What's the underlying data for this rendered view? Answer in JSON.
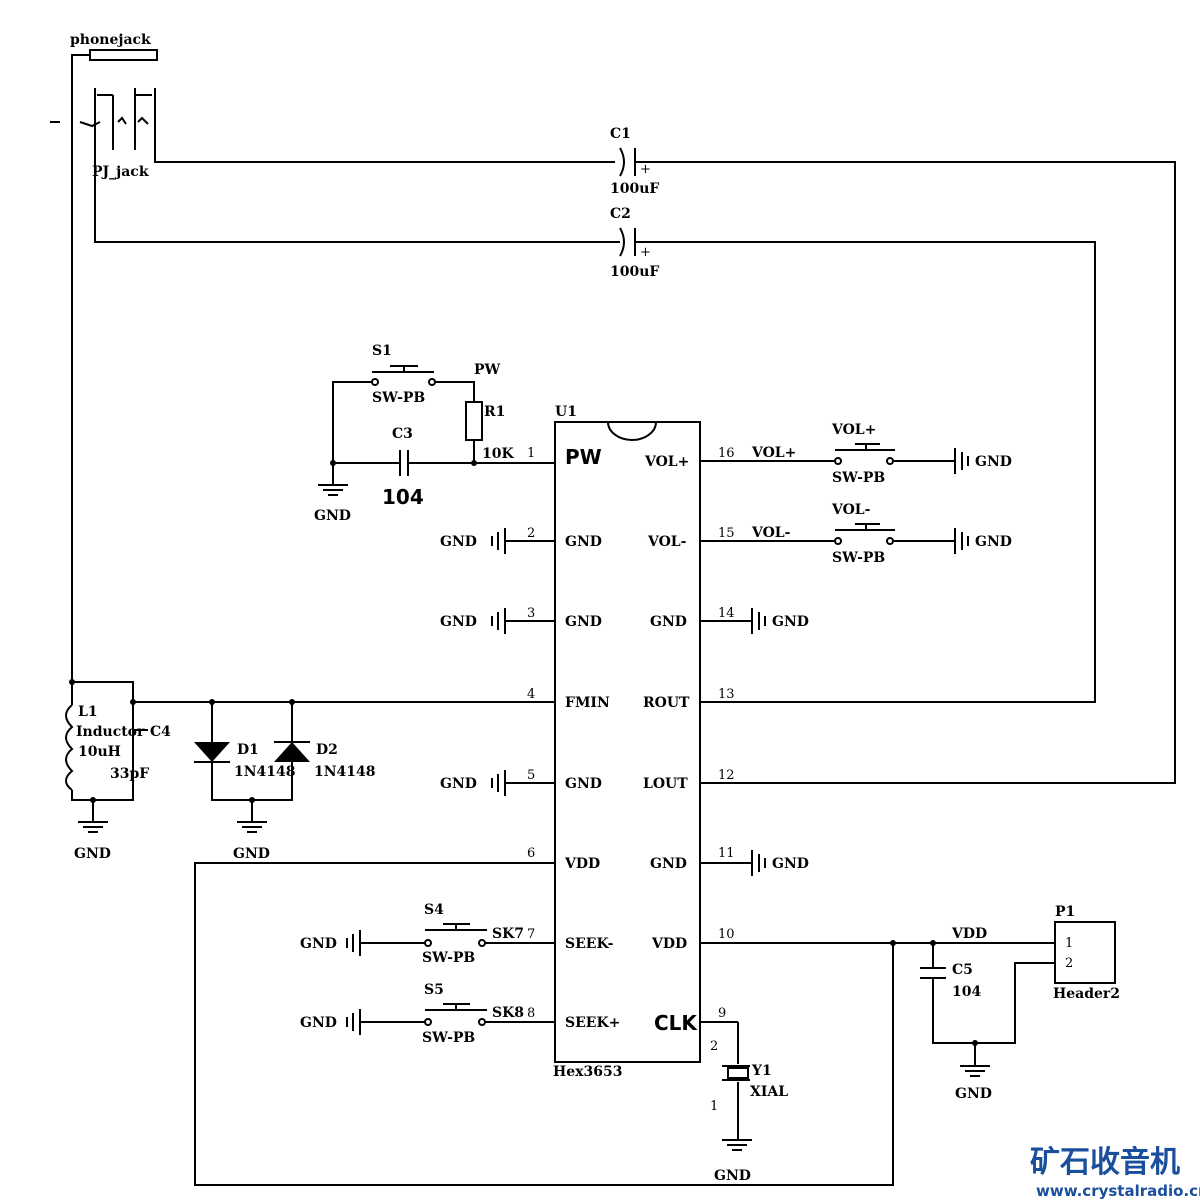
{
  "phonejack": {
    "ref": "phonejack",
    "part": "PJ_jack"
  },
  "c1": {
    "ref": "C1",
    "value": "100uF",
    "polarity": "+"
  },
  "c2": {
    "ref": "C2",
    "value": "100uF",
    "polarity": "+"
  },
  "s1": {
    "ref": "S1",
    "type": "SW-PB",
    "net": "PW"
  },
  "r1": {
    "ref": "R1",
    "value": "10K"
  },
  "c3": {
    "ref": "C3",
    "value": "104"
  },
  "u1": {
    "ref": "U1",
    "part": "Hex3653",
    "left_pins": [
      {
        "num": "1",
        "name": "PW"
      },
      {
        "num": "2",
        "name": "GND"
      },
      {
        "num": "3",
        "name": "GND"
      },
      {
        "num": "4",
        "name": "FMIN"
      },
      {
        "num": "5",
        "name": "GND"
      },
      {
        "num": "6",
        "name": "VDD"
      },
      {
        "num": "7",
        "name": "SEEK-"
      },
      {
        "num": "8",
        "name": "SEEK+"
      }
    ],
    "right_pins": [
      {
        "num": "16",
        "name": "VOL+"
      },
      {
        "num": "15",
        "name": "VOL-"
      },
      {
        "num": "14",
        "name": "GND"
      },
      {
        "num": "13",
        "name": "ROUT"
      },
      {
        "num": "12",
        "name": "LOUT"
      },
      {
        "num": "11",
        "name": "GND"
      },
      {
        "num": "10",
        "name": "VDD"
      },
      {
        "num": "9",
        "name": "CLK"
      }
    ]
  },
  "vol_plus": {
    "net": "VOL+",
    "ref": "VOL+",
    "type": "SW-PB"
  },
  "vol_minus": {
    "net": "VOL-",
    "ref": "VOL-",
    "type": "SW-PB"
  },
  "s4": {
    "ref": "S4",
    "type": "SW-PB",
    "net": "SK7"
  },
  "s5": {
    "ref": "S5",
    "type": "SW-PB",
    "net": "SK8"
  },
  "l1": {
    "ref": "L1",
    "part": "Inductor",
    "value": "10uH"
  },
  "c4": {
    "ref": "C4",
    "value": "33pF"
  },
  "d1": {
    "ref": "D1",
    "part": "1N4148"
  },
  "d2": {
    "ref": "D2",
    "part": "1N4148"
  },
  "c5": {
    "ref": "C5",
    "value": "104"
  },
  "p1": {
    "ref": "P1",
    "part": "Header2",
    "pin1": "1",
    "pin2": "2",
    "net": "VDD"
  },
  "y1": {
    "ref": "Y1",
    "part": "XIAL",
    "pin1": "1",
    "pin2": "2"
  },
  "gnd": "GND",
  "logo": {
    "name": "矿石收音机",
    "url": "www.crystalradio.cn",
    "color": "#1a4f9c"
  }
}
